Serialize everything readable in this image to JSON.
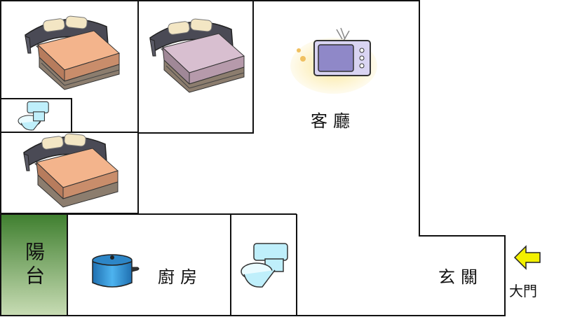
{
  "rooms": {
    "living_room": "客廳",
    "kitchen": "廚房",
    "entrance": "玄關",
    "balcony": "陽台"
  },
  "entry": {
    "label": "大門"
  },
  "icons": {
    "bed": "bed-icon",
    "toilet": "toilet-icon",
    "tv": "tv-icon",
    "pot": "cooking-pot-icon",
    "arrow": "arrow-left-icon"
  },
  "colors": {
    "wall": "#111111",
    "bed_blanket": "#f3b48c",
    "bed_blanket_purple": "#d8bfd0",
    "bed_base": "#8c7d6e",
    "headboard": "#4a4a55",
    "pillow": "#f3e6c4",
    "toilet": "#bfeffb",
    "tv": "#8f88c8",
    "pot": "#3a9bd8",
    "balcony_top": "#3f7f2f",
    "balcony_bottom": "#c8dcb4",
    "arrow": "#f3f000"
  }
}
